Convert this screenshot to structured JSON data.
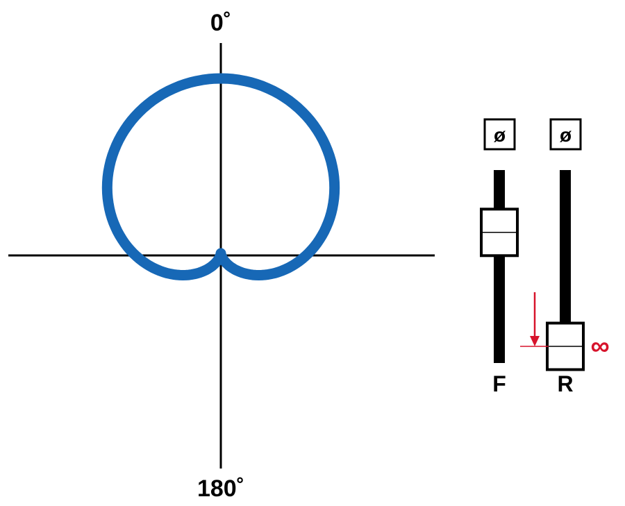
{
  "polar": {
    "label_top": "0˚",
    "label_bottom": "180˚",
    "pattern": "cardioid",
    "rear_gain": 0
  },
  "faders": [
    {
      "id": "front",
      "phase_label": "ø",
      "channel_label": "F",
      "level": 0.78
    },
    {
      "id": "rear",
      "phase_label": "ø",
      "channel_label": "R",
      "level": 0.0,
      "marker": "∞"
    }
  ],
  "colors": {
    "pattern": "#1768b6",
    "marker": "#d7142c",
    "ink": "#000000"
  }
}
